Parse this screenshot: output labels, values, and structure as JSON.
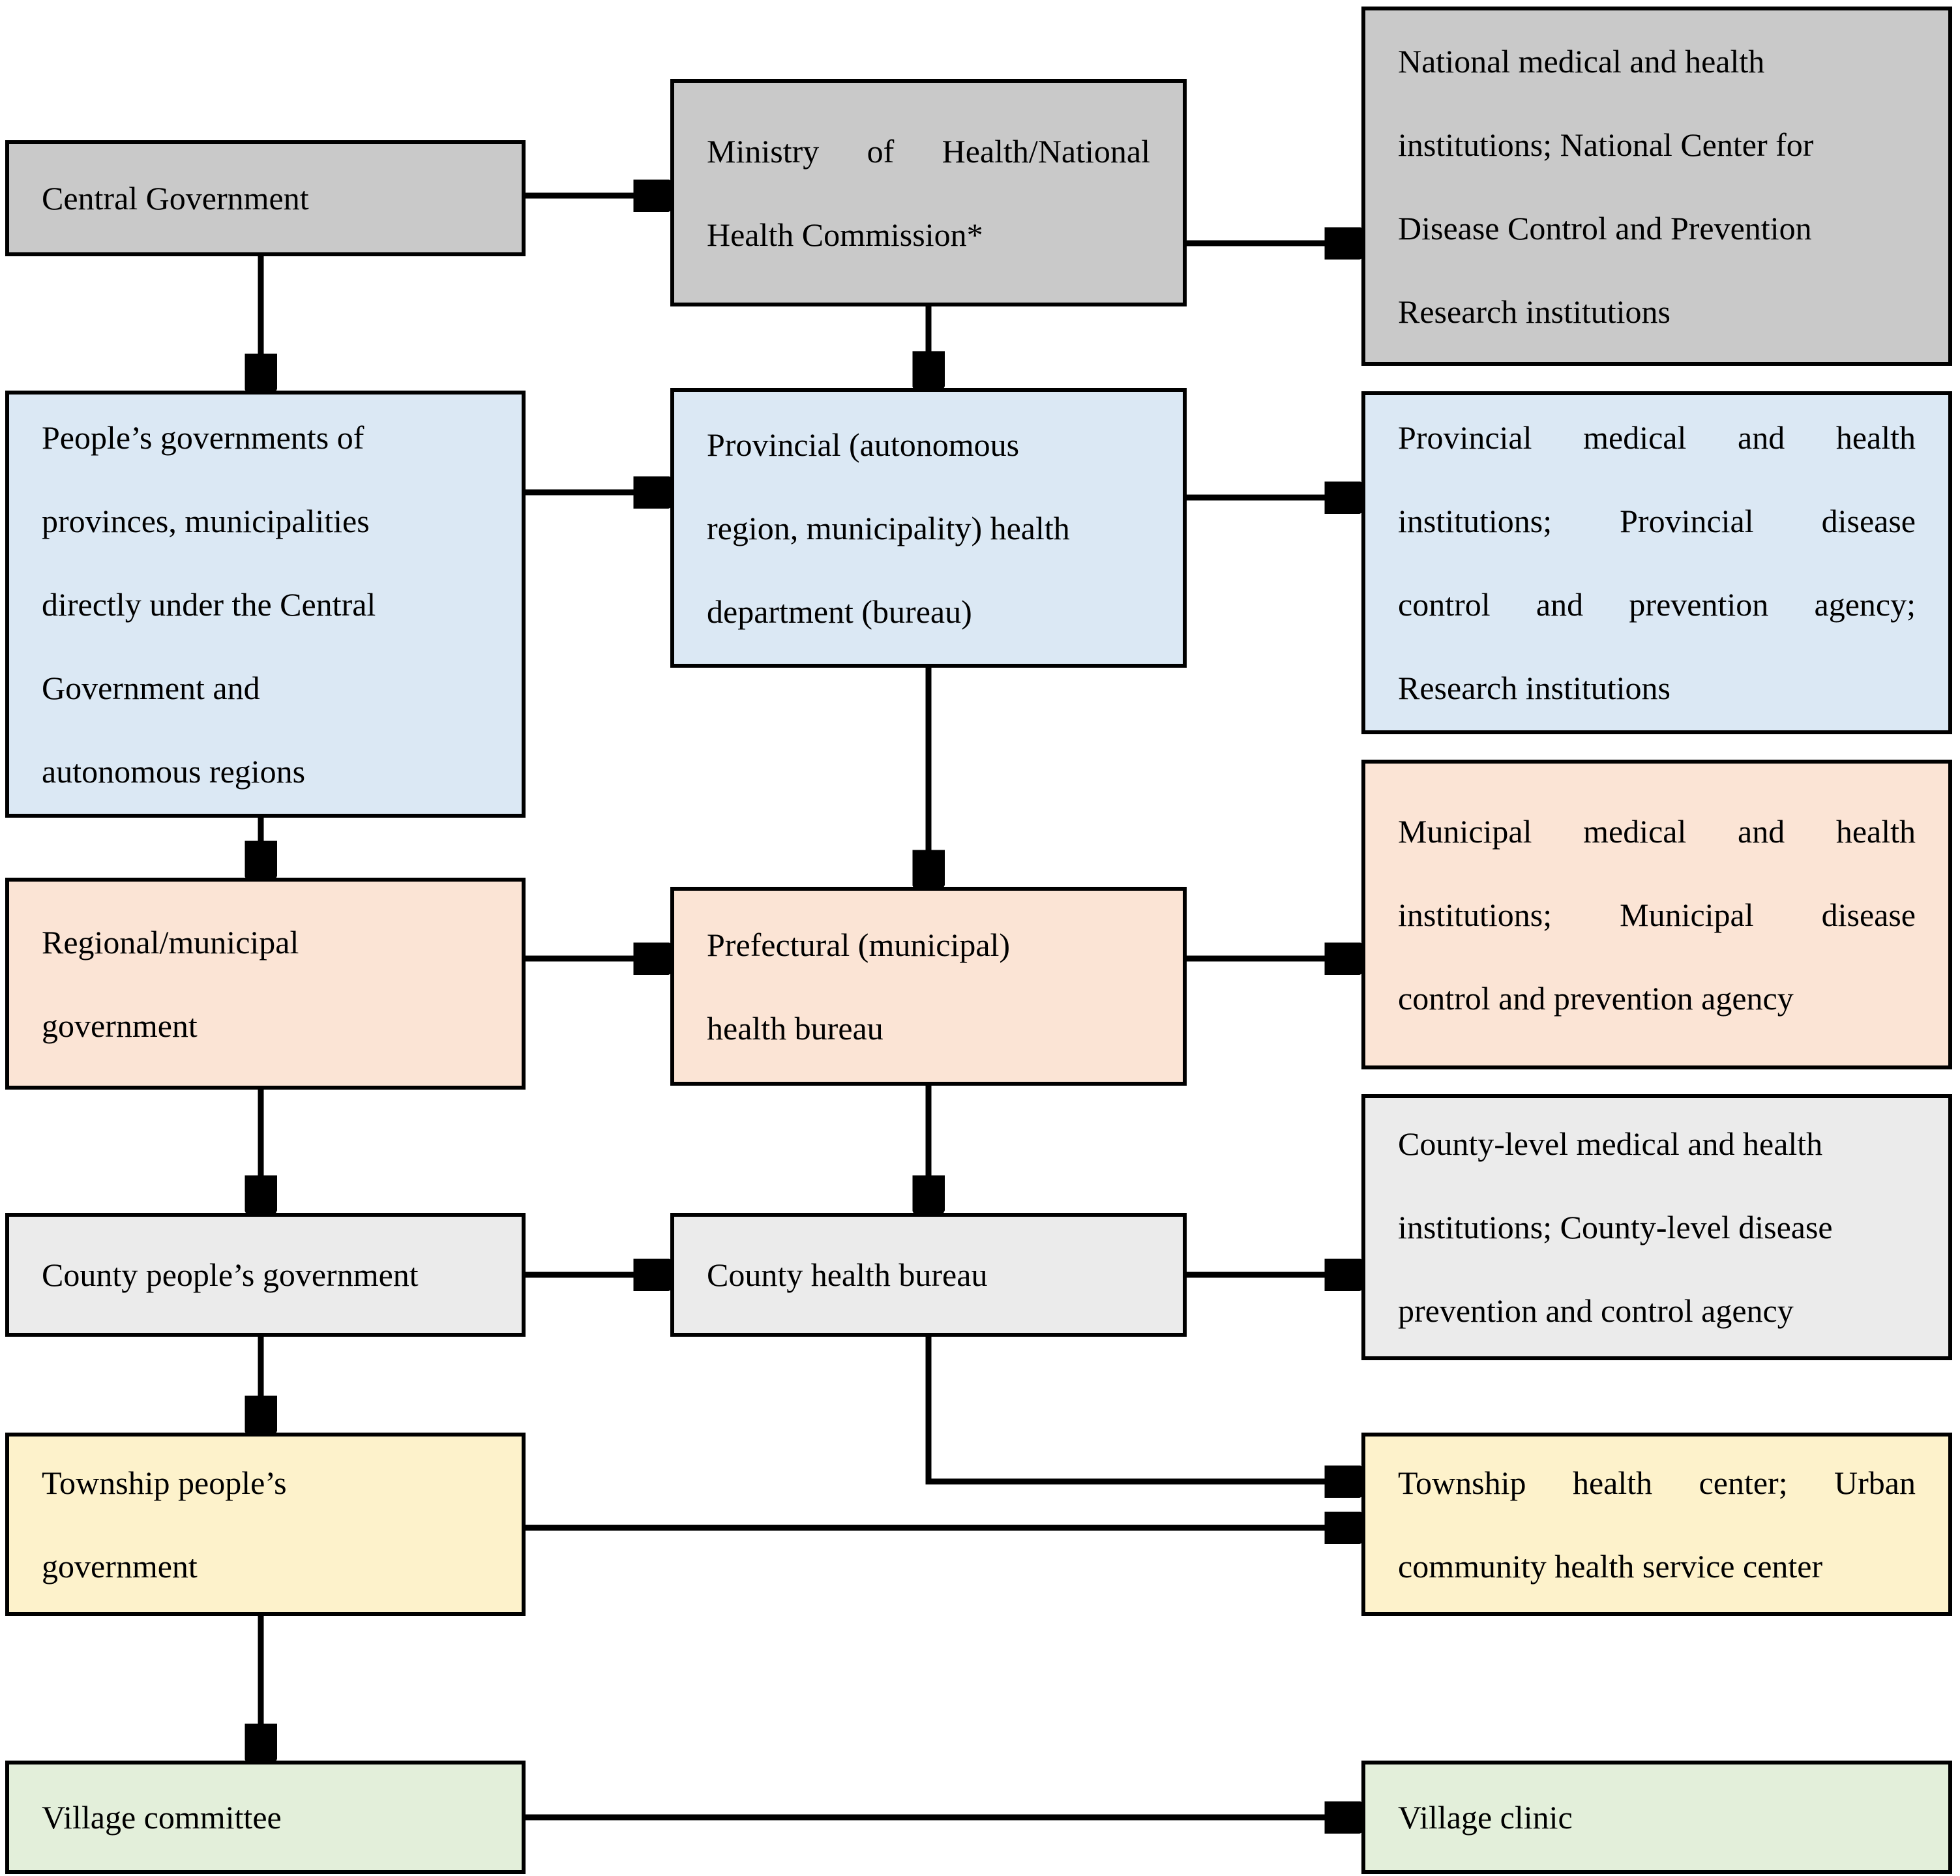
{
  "diagram": {
    "description": "Flowchart of government and health administration hierarchy",
    "boxes": {
      "central_government": {
        "lines": [
          "Central Government"
        ]
      },
      "ministry_of_health": {
        "lines": [
          "Ministry of Health/National",
          "Health Commission*"
        ]
      },
      "national_institutions": {
        "lines": [
          "National medical and health",
          "institutions; National Center for",
          "Disease Control and Prevention",
          "Research institutions"
        ]
      },
      "provincial_governments": {
        "lines": [
          "People’s governments of",
          "provinces, municipalities",
          "directly under the Central",
          "Government and",
          "autonomous regions"
        ]
      },
      "provincial_health_department": {
        "lines": [
          "Provincial (autonomous",
          "region, municipality) health",
          "department (bureau)"
        ]
      },
      "provincial_institutions": {
        "lines": [
          "Provincial medical and health",
          "institutions; Provincial disease",
          "control and prevention agency;",
          "Research institutions"
        ]
      },
      "regional_government": {
        "lines": [
          "Regional/municipal",
          "government"
        ]
      },
      "prefectural_health_bureau": {
        "lines": [
          "Prefectural (municipal)",
          "health bureau"
        ]
      },
      "municipal_institutions": {
        "lines": [
          "Municipal medical and health",
          "institutions; Municipal disease",
          "control and prevention agency"
        ]
      },
      "county_government": {
        "lines": [
          "County people’s government"
        ]
      },
      "county_health_bureau": {
        "lines": [
          "County health bureau"
        ]
      },
      "county_institutions": {
        "lines": [
          "County-level medical and health",
          "institutions; County-level disease",
          "prevention and control agency"
        ]
      },
      "township_government": {
        "lines": [
          "Township people’s",
          "government"
        ]
      },
      "township_health_center": {
        "lines": [
          "Township health center; Urban",
          "community health service center"
        ]
      },
      "village_committee": {
        "lines": [
          "Village committee"
        ]
      },
      "village_clinic": {
        "lines": [
          "Village clinic"
        ]
      }
    },
    "colors": {
      "national_level_fill": "#c9c9c9",
      "provincial_level_fill": "#dbe8f4",
      "municipal_level_fill": "#fbe4d5",
      "county_level_fill": "#ebebeb",
      "township_level_fill": "#fdf2cb",
      "village_level_fill": "#e3efda",
      "border": "#000000",
      "arrow": "#000000",
      "background": "#ffffff"
    }
  }
}
